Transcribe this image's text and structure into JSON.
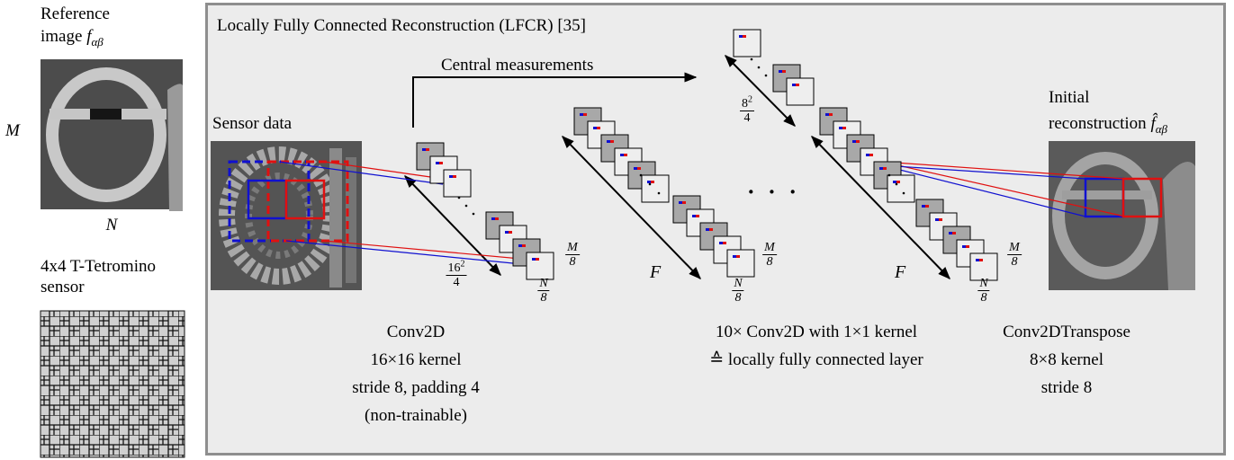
{
  "left_panel": {
    "reference_label_line1": "Reference",
    "reference_label_line2": "image",
    "reference_symbol": "f",
    "reference_subscript": "αβ",
    "axis_m": "M",
    "axis_n": "N",
    "sensor_label_line1": "4x4 T-Tetromino",
    "sensor_label_line2": "sensor"
  },
  "main": {
    "title": "Locally Fully Connected Reconstruction (LFCR) [35]",
    "sensor_data_label": "Sensor data",
    "central_measurements_label": "Central measurements",
    "initial_recon_line1": "Initial",
    "initial_recon_line2": "reconstruction",
    "recon_symbol": "f̂",
    "recon_subscript": "αβ",
    "ellipsis": "· · ·",
    "frac_16sq_num": "16",
    "frac_16sq_sup": "2",
    "frac_16sq_den": "4",
    "frac_8sq_num": "8",
    "frac_8sq_sup": "2",
    "frac_8sq_den": "4",
    "frac_m_num": "M",
    "frac_m_den": "8",
    "frac_n_num": "N",
    "frac_n_den": "8",
    "f_label": "F"
  },
  "captions": {
    "conv2d": [
      "Conv2D",
      "16×16 kernel",
      "stride 8, padding 4",
      "(non-trainable)"
    ],
    "lfc": [
      "10× Conv2D with 1×1 kernel",
      "≙ locally fully connected layer"
    ],
    "transpose": [
      "Conv2DTranspose",
      "8×8 kernel",
      "stride 8"
    ]
  },
  "colors": {
    "panel_bg": "#ececec",
    "panel_border": "#8e8e8e",
    "highlight_red": "#e01010",
    "highlight_blue": "#1010d0",
    "dark_gray": "#555555",
    "tile_gray": "#a8a8a8"
  }
}
